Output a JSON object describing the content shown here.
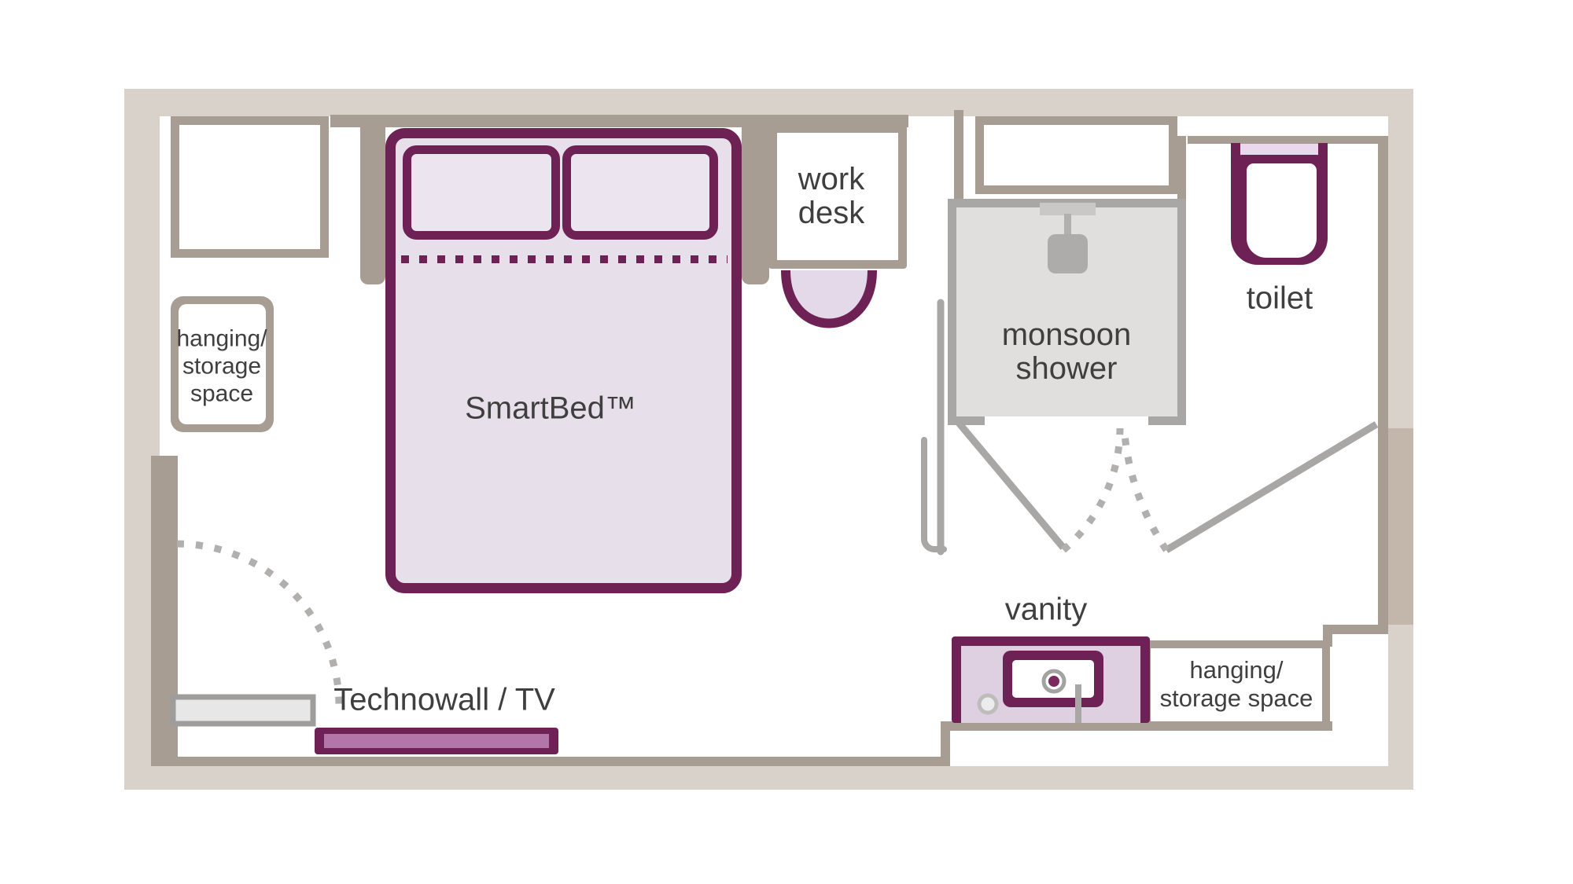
{
  "theme": {
    "purple": "#6d2154",
    "purple-mid": "#7b2a60",
    "purple-light": "#b277a8",
    "bed-fill": "#e7dfe9",
    "pillow-fill": "#ece5f0",
    "chair-fill": "#e3d9e9",
    "tank-fill": "#ead9ec",
    "vanity-fill": "#ded0e0",
    "beige": "#d9d2ca",
    "beige-dark": "#c3b6aa",
    "taupe": "#a89d92",
    "gray-wall": "#a8a7a6",
    "gray-light": "#e0dfde",
    "gray-mid": "#b1b0af",
    "text": "#3f3f3f"
  },
  "labels": {
    "smart_bed": "SmartBed™",
    "work_desk": "work\ndesk",
    "monsoon_shower": "monsoon\nshower",
    "toilet": "toilet",
    "vanity": "vanity",
    "storage_left": "hanging/\nstorage\nspace",
    "storage_right": "hanging/\nstorage space",
    "technowall": "Technowall / TV"
  }
}
